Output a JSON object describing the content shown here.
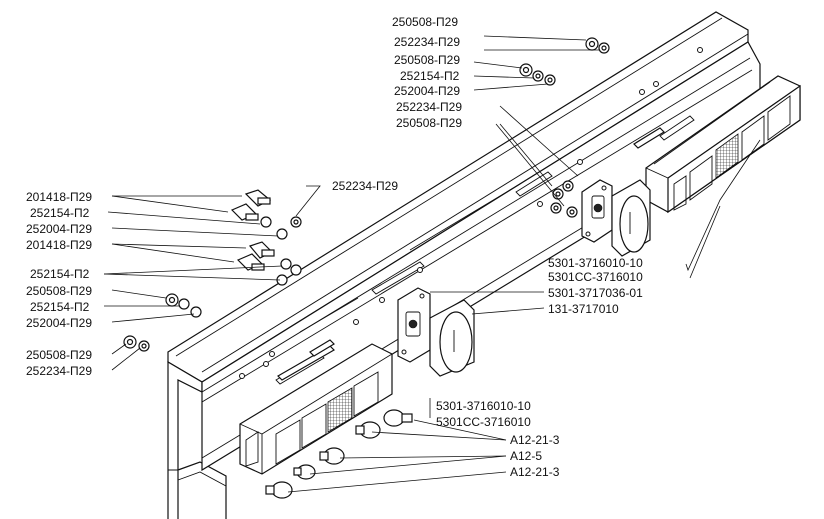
{
  "labels": {
    "l01": "250508-П29",
    "l02": "252234-П29",
    "l03": "250508-П29",
    "l04": "252154-П2",
    "l05": "252004-П29",
    "l06": "252234-П29",
    "l07": "250508-П29",
    "l08": "252234-П29",
    "l09": "201418-П29",
    "l10": "252154-П2",
    "l11": "252004-П29",
    "l12": "201418-П29",
    "l13": "252154-П2",
    "l14": "250508-П29",
    "l15": "252154-П2",
    "l16": "252004-П29",
    "l17": "250508-П29",
    "l18": "252234-П29",
    "l19": "5301-3716010-10",
    "l20": "5301СС-3716010",
    "l21": "5301-3717036-01",
    "l22": "131-3717010",
    "l23": "5301-3716010-10",
    "l24": "5301СС-3716010",
    "l25": "А12-21-3",
    "l26": "А12-5",
    "l27": "А12-21-3"
  },
  "colors": {
    "line": "#111111",
    "background": "#ffffff"
  },
  "icons": [
    "tail-lamp-right",
    "tail-lamp-left",
    "license-plate-lamp",
    "lamp-bracket",
    "bulb",
    "bolt",
    "nut",
    "washer",
    "rear-frame-crossmember"
  ]
}
